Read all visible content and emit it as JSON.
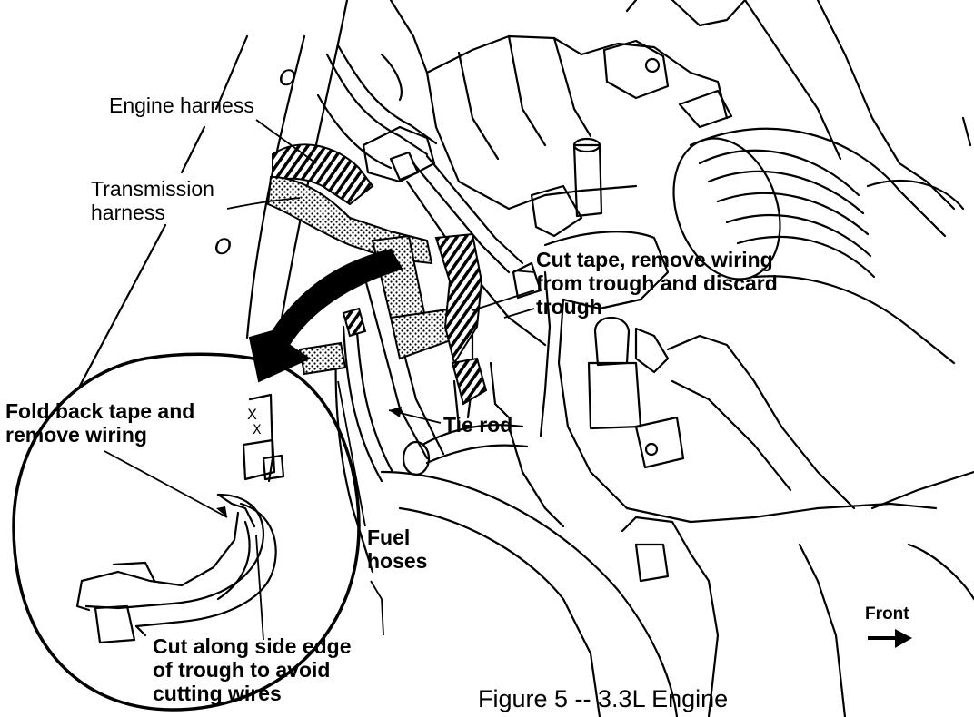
{
  "labels": {
    "engine_harness": "Engine harness",
    "transmission_harness": [
      "Transmission",
      "harness"
    ],
    "cut_tape": [
      "Cut tape, remove wiring",
      "from trough and discard",
      "trough"
    ],
    "fold_back": [
      "Fold back tape and",
      "remove wiring"
    ],
    "tie_rod": "Tie rod",
    "fuel_hoses": [
      "Fuel",
      "hoses"
    ],
    "cut_along": [
      "Cut along side edge",
      "of trough to avoid",
      "cutting wires"
    ],
    "front": "Front"
  },
  "caption": "Figure 5 -- 3.3L Engine",
  "colors": {
    "ink": "#000000",
    "paper": "#ffffff"
  }
}
